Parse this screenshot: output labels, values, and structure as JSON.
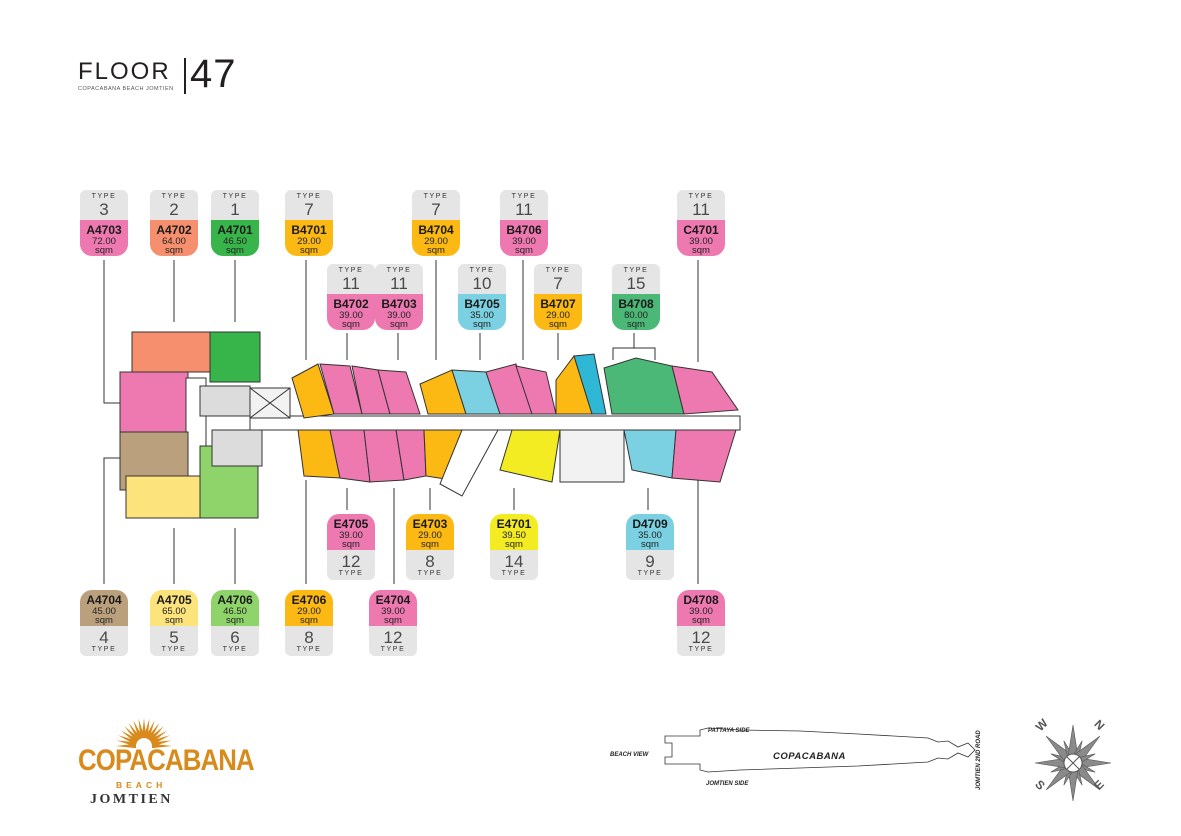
{
  "header": {
    "floor_label": "FLOOR",
    "floor_number": "47",
    "subtitle": "COPACABANA BEACH JOMTIEN"
  },
  "type_word": "TYPE",
  "area_unit": "sqm",
  "units_top": [
    {
      "code": "A4703",
      "type": "3",
      "area": "72.00",
      "color": "#ee79b1"
    },
    {
      "code": "A4702",
      "type": "2",
      "area": "64.00",
      "color": "#f58f6e"
    },
    {
      "code": "A4701",
      "type": "1",
      "area": "46.50",
      "color": "#38b54a"
    },
    {
      "code": "B4701",
      "type": "7",
      "area": "29.00",
      "color": "#fdb913"
    },
    {
      "code": "B4702",
      "type": "11",
      "area": "39.00",
      "color": "#ee79b1"
    },
    {
      "code": "B4703",
      "type": "11",
      "area": "39.00",
      "color": "#ee79b1"
    },
    {
      "code": "B4704",
      "type": "7",
      "area": "29.00",
      "color": "#fdb913"
    },
    {
      "code": "B4705",
      "type": "10",
      "area": "35.00",
      "color": "#7bd1e2"
    },
    {
      "code": "B4706",
      "type": "11",
      "area": "39.00",
      "color": "#ee79b1"
    },
    {
      "code": "B4707",
      "type": "7",
      "area": "29.00",
      "color": "#fdb913"
    },
    {
      "code": "B4708",
      "type": "15",
      "area": "80.00",
      "color": "#4cb877"
    },
    {
      "code": "C4701",
      "type": "11",
      "area": "39.00",
      "color": "#ee79b1"
    }
  ],
  "units_bottom": [
    {
      "code": "E4705",
      "type": "12",
      "area": "39.00",
      "color": "#ee79b1"
    },
    {
      "code": "E4703",
      "type": "8",
      "area": "29.00",
      "color": "#fdb913"
    },
    {
      "code": "E4701",
      "type": "14",
      "area": "39.50",
      "color": "#f3ec23"
    },
    {
      "code": "D4709",
      "type": "9",
      "area": "35.00",
      "color": "#7bd1e2"
    },
    {
      "code": "A4704",
      "type": "4",
      "area": "45.00",
      "color": "#bba07d"
    },
    {
      "code": "A4705",
      "type": "5",
      "area": "65.00",
      "color": "#fde37c"
    },
    {
      "code": "A4706",
      "type": "6",
      "area": "46.50",
      "color": "#8fd36b"
    },
    {
      "code": "E4706",
      "type": "8",
      "area": "29.00",
      "color": "#fdb913"
    },
    {
      "code": "E4704",
      "type": "12",
      "area": "39.00",
      "color": "#ee79b1"
    },
    {
      "code": "D4708",
      "type": "12",
      "area": "39.00",
      "color": "#ee79b1"
    }
  ],
  "brand": {
    "name_top": "COPACABANA",
    "name_beach": "BEACH",
    "name_jomtien": "JOMTIEN",
    "accent": "#d88a1c"
  },
  "location_map": {
    "pattaya_side": "PATTAYA SIDE",
    "jomtien_side": "JOMTIEN SIDE",
    "beach_view": "BEACH VIEW",
    "building": "COPACABANA",
    "road": "JOMTIEN 2ND ROAD"
  },
  "compass": {
    "n": "N",
    "e": "E",
    "s": "S",
    "w": "W"
  }
}
